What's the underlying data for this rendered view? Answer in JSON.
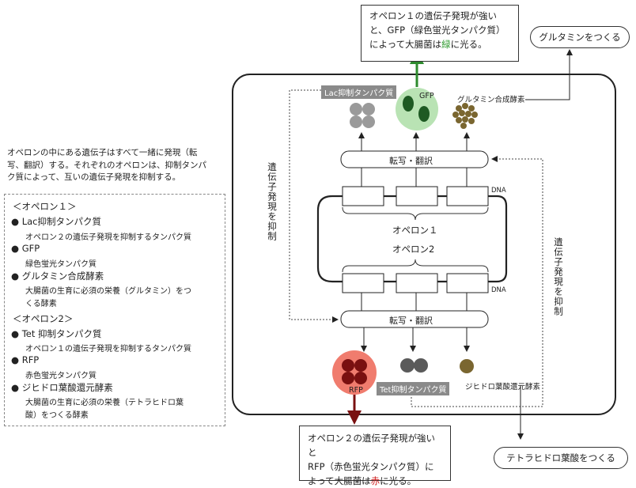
{
  "intro": {
    "line1": "オペロンの中にある遺伝子はすべて一緒に発現（転",
    "line2": "写、翻訳）する。それぞれのオペロンは、抑制タンパ",
    "line3": "ク質によって、互いの遺伝子発現を抑制する。"
  },
  "legend": {
    "operon1_heading": "＜オペロン１＞",
    "operon1_items": [
      {
        "name": "Lac抑制タンパク質",
        "desc": [
          "オペロン２の遺伝子発現を抑制するタンパク質"
        ]
      },
      {
        "name": "GFP",
        "desc": [
          "緑色蛍光タンパク質"
        ]
      },
      {
        "name": "グルタミン合成酵素",
        "desc": [
          "大腸菌の生育に必須の栄養（グルタミン）をつ",
          "くる酵素"
        ]
      }
    ],
    "operon2_heading": "＜オペロン2＞",
    "operon2_items": [
      {
        "name": "Tet 抑制タンパク質",
        "desc": [
          "オペロン１の遺伝子発現を抑制するタンパク質"
        ]
      },
      {
        "name": "RFP",
        "desc": [
          "赤色蛍光タンパク質"
        ]
      },
      {
        "name": "ジヒドロ葉酸還元酵素",
        "desc": [
          "大腸菌の生育に必須の栄養（テトラヒドロ葉",
          "酸）をつくる酵素"
        ]
      }
    ],
    "bullet": "●"
  },
  "top_callout": {
    "line1": "オペロン１の遺伝子発現が強い",
    "line2": "と、GFP（緑色蛍光タンパク質）",
    "line3_pre": "によって大腸菌は",
    "line3_color": "緑",
    "line3_post": "に光る。"
  },
  "bottom_callout": {
    "line1": "オペロン２の遺伝子発現が強いと",
    "line2": "RFP（赤色蛍光タンパク質）に",
    "line3_pre": "よって大腸菌は",
    "line3_color": "赤",
    "line3_post": "に光る。"
  },
  "glutamine_pill": "グルタミンをつくる",
  "thf_pill": "テトラヒドロ葉酸をつくる",
  "lac_label": "Lac抑制タンパク質",
  "gfp_label": "GFP",
  "glutamine_enzyme_label": "グルタミン合成酵素",
  "tet_label": "Tet抑制タンパク質",
  "rfp_label": "RFP",
  "dhfr_label": "ジヒドロ葉酸還元酵素",
  "transcription_top": "転写・翻訳",
  "transcription_bottom": "転写・翻訳",
  "dna_top": "DNA",
  "dna_bottom": "DNA",
  "operon1_label": "オペロン１",
  "operon2_label": "オペロン2",
  "inhibit_left": "遺伝子発現を抑制",
  "inhibit_right": "遺伝子発現を抑制",
  "colors": {
    "green": "#2e8b2e",
    "green_glow": "#b9e3b4",
    "dark_green": "#1e5a23",
    "red_glow": "#f07c6e",
    "dark_red": "#7a1010",
    "gray_protein": "#9a9a9a",
    "dark_gray": "#5a5a5a",
    "olive": "#7a6630",
    "red_text": "#d02020",
    "green_text": "#2e9a2e"
  }
}
